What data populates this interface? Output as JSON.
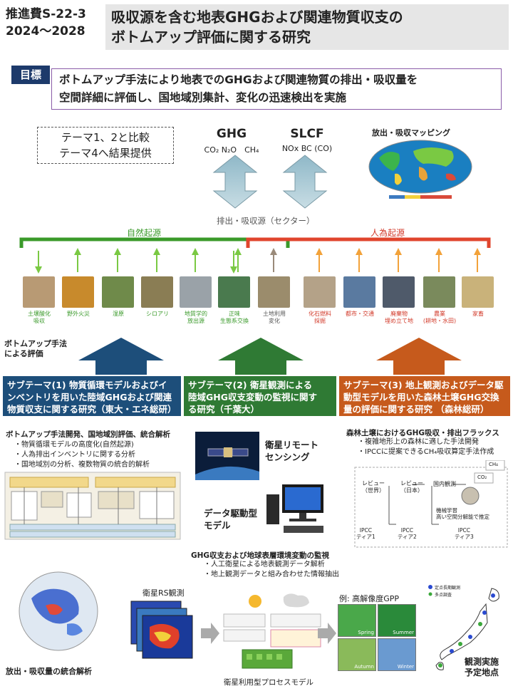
{
  "header": {
    "code": "推進費S-22-3",
    "years": "2024～2028",
    "title_line1": "吸収源を含む地表GHGおよび関連物質収支の",
    "title_line2": "ボトムアップ評価に関する研究"
  },
  "goal": {
    "tag": "目標",
    "line1": "ボトムアップ手法により地表でのGHGおよび関連物質の排出・吸収量を",
    "line2": "空間詳細に評価し、国地域別集計、変化の迅速検出を実施"
  },
  "compare": {
    "line1": "テーマ1、2と比較",
    "line2": "テーマ4へ結果提供"
  },
  "ghg": {
    "title": "GHG",
    "gases": "CO₂ N₂O　CH₄"
  },
  "slcf": {
    "title": "SLCF",
    "gases": "NOx BC (CO)"
  },
  "mapping_label": "放出・吸収マッピング",
  "sector_label": "排出・吸収源（セクター）",
  "natural_label": "自然起源",
  "anthro_label": "人為起源",
  "sources": [
    {
      "label": "土壌酸化\n吸収",
      "color": "#b89a74"
    },
    {
      "label": "野外火災",
      "color": "#c88a2c"
    },
    {
      "label": "湿原",
      "color": "#6f8a4a"
    },
    {
      "label": "シロアリ",
      "color": "#8a7d54"
    },
    {
      "label": "地質学的\n放出源",
      "color": "#9aa2a8"
    },
    {
      "label": "正味\n生態系交換",
      "color": "#4a7a4e"
    },
    {
      "label": "土地利用\n変化",
      "color": "#9b8c6c"
    },
    {
      "label": "化石燃料\n採掘",
      "color": "#b4a288"
    },
    {
      "label": "都市・交通",
      "color": "#5a7aa0"
    },
    {
      "label": "廃棄物\n埋め立て地",
      "color": "#4f5a6a"
    },
    {
      "label": "農業\n(耕地・水田)",
      "color": "#7a8a5c"
    },
    {
      "label": "家畜",
      "color": "#c9b27a"
    }
  ],
  "bottomup_label": "ボトムアップ手法\nによる評価",
  "sub1": {
    "title": "サブテーマ(1)  物質循環モデルおよびイ\nンベントリを用いた陸域GHGおよび関連\n物質収支に関する研究（東大・エネ総研）",
    "head": "ボトムアップ手法開発、国地域別評価、統合解析",
    "bullets": [
      "物質循環モデルの高度化(自然起源)",
      "人為排出インベントリに関する分析",
      "国地域別の分析、複数物質の統合的解析"
    ],
    "globe_label": "放出・吸収量の統合解析"
  },
  "sub2": {
    "title": "サブテーマ(2)  衛星観測による\n陸域GHG収支変動の監視に関す\nる研究（千葉大）",
    "remote": "衛星リモート\nセンシング",
    "datadriven": "データ駆動型\nモデル",
    "head": "GHG収支および地球表層環境変動の監視",
    "bullets": [
      "人工衛星による地表観測データ解析",
      "地上観測データと組み合わせた情報抽出"
    ],
    "rs_label": "衛星RS観測",
    "gpp_label": "例: 高解像度GPP",
    "process_label": "衛星利用型プロセスモデル",
    "season_labels": [
      "Spring",
      "Summer",
      "Autumn",
      "Winter"
    ]
  },
  "sub3": {
    "title": "サブテーマ(3)  地上観測およびデータ駆\n動型モデルを用いた森林土壌GHG交換\n量の評価に関する研究  （森林総研）",
    "head": "森林土壌におけるGHG吸収・排出フラックス",
    "bullets": [
      "複雑地形上の森林に適した手法開発",
      "IPCCに提案できるCH₄吸収算定手法作成"
    ],
    "ch4": "CH₄",
    "co2": "CO₂",
    "review_world": "レビュー\n（世界）",
    "review_japan": "レビュー\n（日本）",
    "domestic_obs": "国内観測",
    "ml_text": "機械学習\n高い空間分解能で推定",
    "tier1": "IPCC\nティア1",
    "tier2": "IPCC\nティア2",
    "tier3": "IPCC\nティア3",
    "legend1": "定点長期観測",
    "legend2": "多点調査",
    "obs_label": "観測実施\n予定地点"
  },
  "colors": {
    "sub1": "#1d4e7a",
    "sub2": "#2f7a34",
    "sub3": "#c65a1c",
    "natural": "#3a9a2a",
    "anthro": "#e0452d"
  }
}
